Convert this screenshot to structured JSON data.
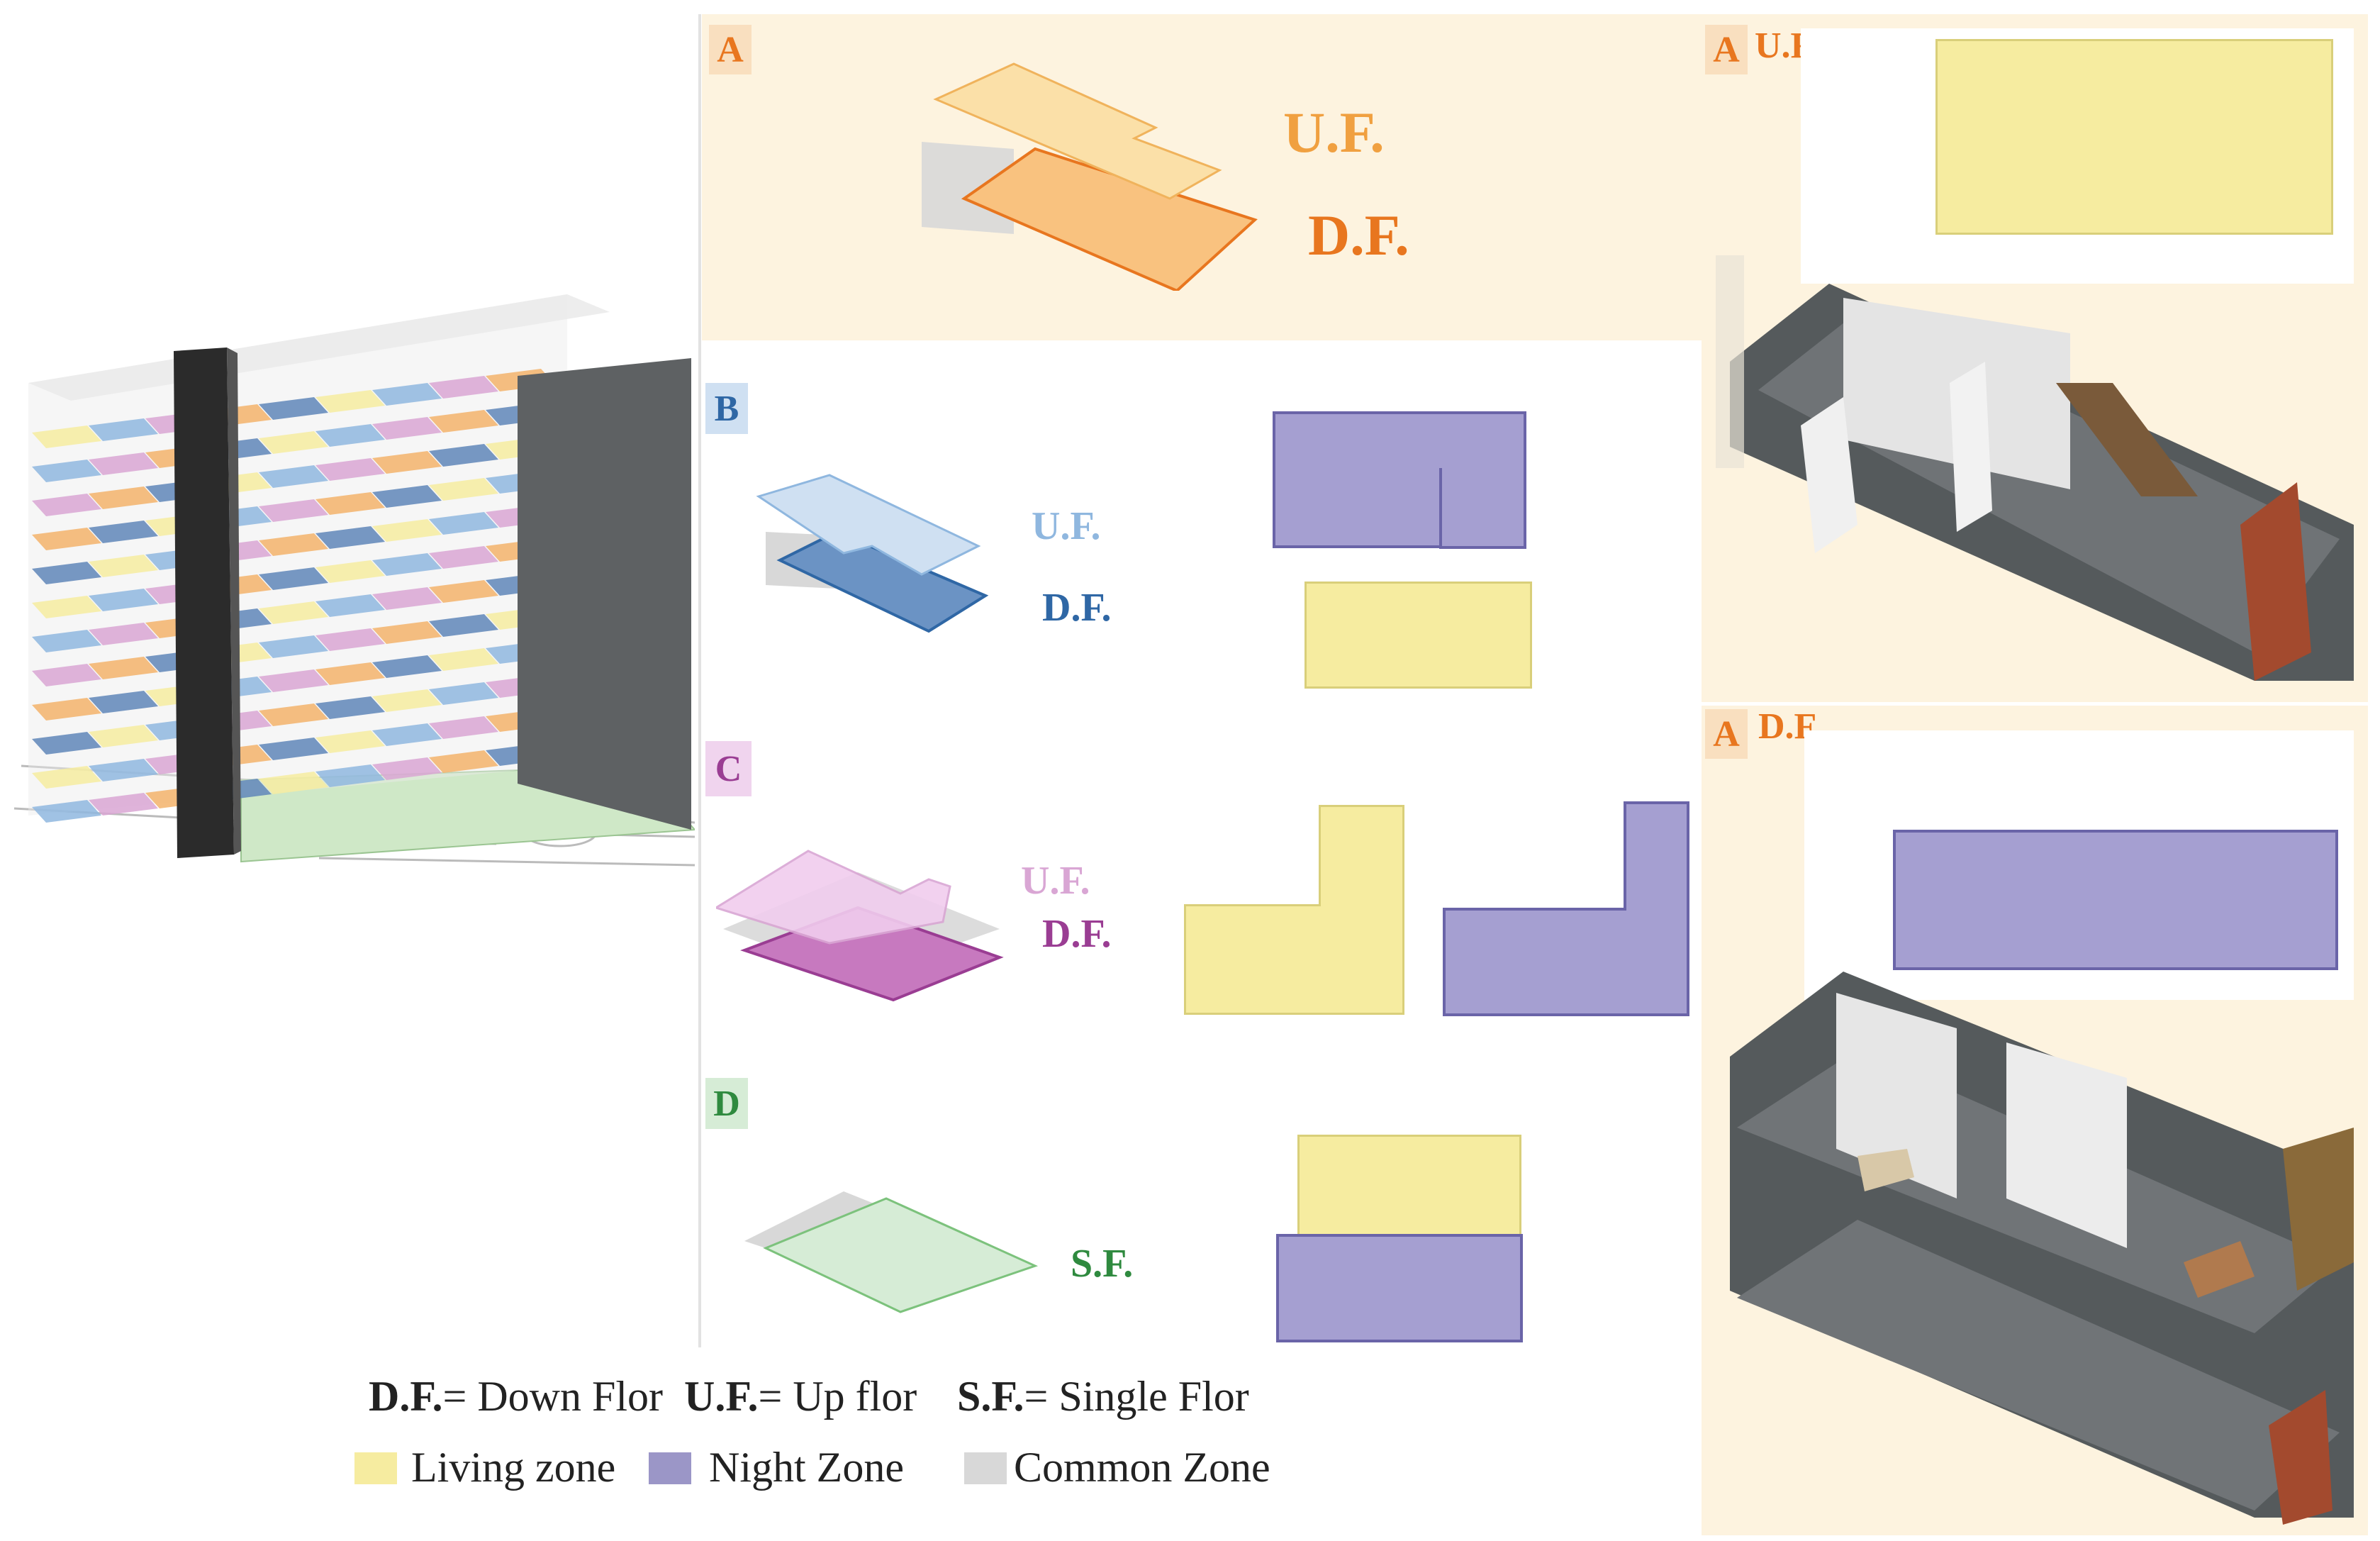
{
  "colors": {
    "living": "#f6eca0",
    "night": "#9b96c7",
    "common": "#d8d8d8",
    "type_a": "#e8761f",
    "type_b_light": "#8fb7df",
    "type_b_dark": "#2f67a5",
    "type_c_light": "#d9a6d4",
    "type_c_dark": "#9a3d93",
    "type_d": "#2f8a3f",
    "panel_bg": "#fdf3df"
  },
  "sections": {
    "a": {
      "tag": "A",
      "uf": "U.F.",
      "df": "D.F."
    },
    "b": {
      "tag": "B",
      "uf": "U.F.",
      "df": "D.F."
    },
    "c": {
      "tag": "C",
      "uf": "U.F.",
      "df": "D.F."
    },
    "d": {
      "tag": "D",
      "sf": "S.F."
    }
  },
  "right_panels": {
    "top": {
      "tag": "A",
      "label": "U.F."
    },
    "bottom": {
      "tag": "A",
      "label": "D.F."
    }
  },
  "legend": {
    "df_abbr": "D.F.",
    "df_text": "= Down Flor",
    "uf_abbr": "U.F.",
    "uf_text": "= Up flor",
    "sf_abbr": "S.F.",
    "sf_text": "= Single Flor",
    "living": "Living zone",
    "night": "Night Zone",
    "common": "Common Zone"
  }
}
